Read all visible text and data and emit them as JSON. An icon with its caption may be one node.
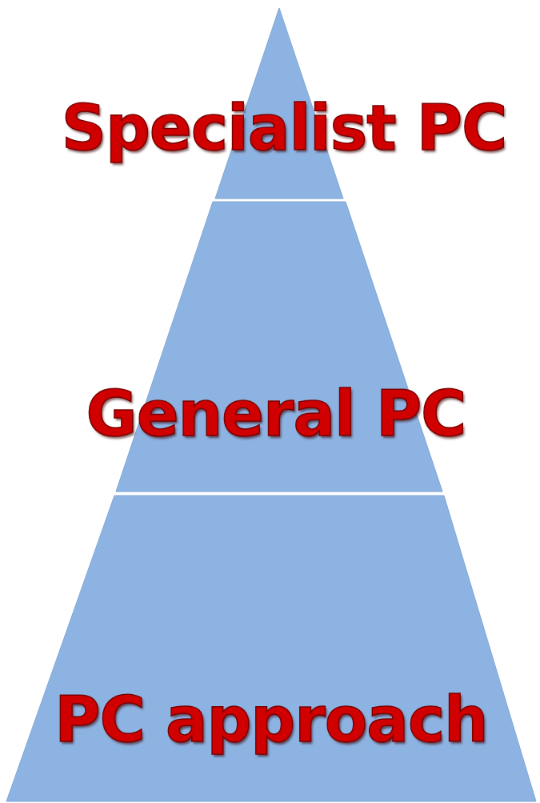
{
  "diagram": {
    "nodes": [
      {
        "text": [
          "Specialist PC"
        ]
      },
      {
        "text": [
          "General PC"
        ]
      },
      {
        "text": [
          "PC approach"
        ]
      }
    ]
  }
}
